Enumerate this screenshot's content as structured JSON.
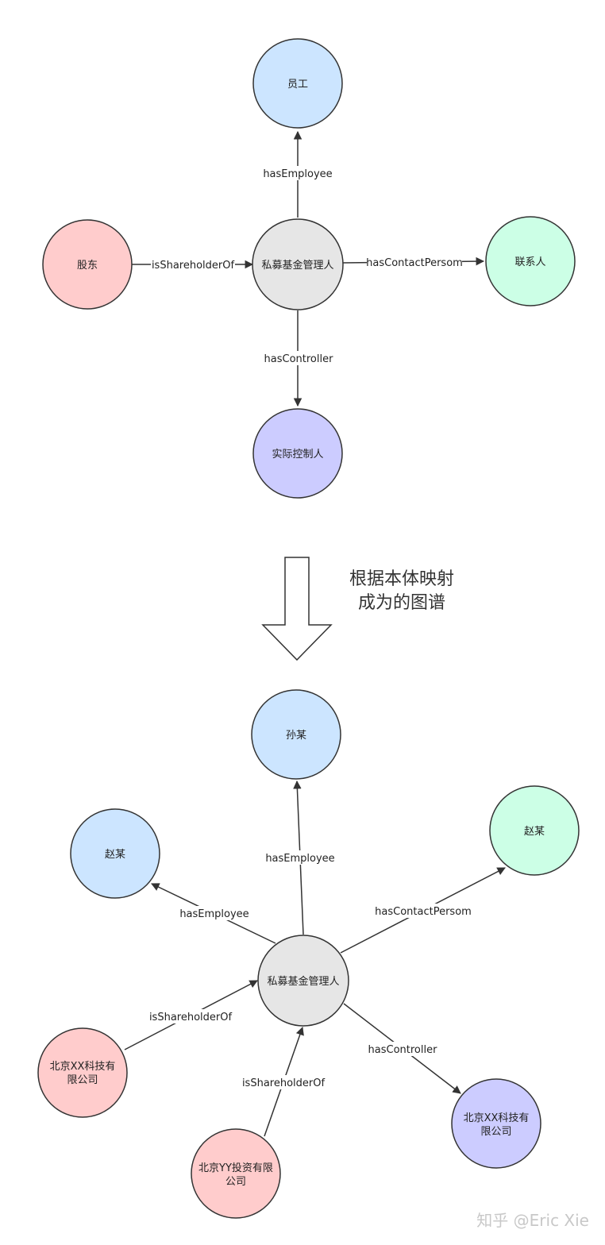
{
  "ontology": {
    "nodes": {
      "center": "私募基金管理人",
      "employee": "员工",
      "shareholder": "股东",
      "contact": "联系人",
      "controller": "实际控制人"
    },
    "edges": {
      "has_employee": "hasEmployee",
      "is_shareholder_of": "isShareholderOf",
      "has_contact_person": "hasContactPersom",
      "has_controller": "hasController"
    }
  },
  "transition": {
    "caption_line1": "根据本体映射",
    "caption_line2": "成为的图谱"
  },
  "instance": {
    "nodes": {
      "center": "私募基金管理人",
      "employee_sun": "孙某",
      "employee_zhao": "赵某",
      "contact_zhao": "赵某",
      "shareholder_xx_line1": "北京XX科技有",
      "shareholder_xx_line2": "限公司",
      "shareholder_yy_line1": "北京YY投资有限",
      "shareholder_yy_line2": "公司",
      "controller_xx_line1": "北京XX科技有",
      "controller_xx_line2": "限公司"
    },
    "edges": {
      "has_employee_sun": "hasEmployee",
      "has_employee_zhao": "hasEmployee",
      "has_contact_person": "hasContactPersom",
      "has_controller": "hasController",
      "is_shareholder_of_xx": "isShareholderOf",
      "is_shareholder_of_yy": "isShareholderOf"
    }
  },
  "watermark": "知乎 @Eric Xie",
  "colors": {
    "employee_fill": "#cce5ff",
    "shareholder_fill": "#ffcccc",
    "contact_fill": "#ccffe6",
    "controller_fill": "#ccccff",
    "center_fill": "#e6e6e6",
    "stroke": "#333333"
  }
}
